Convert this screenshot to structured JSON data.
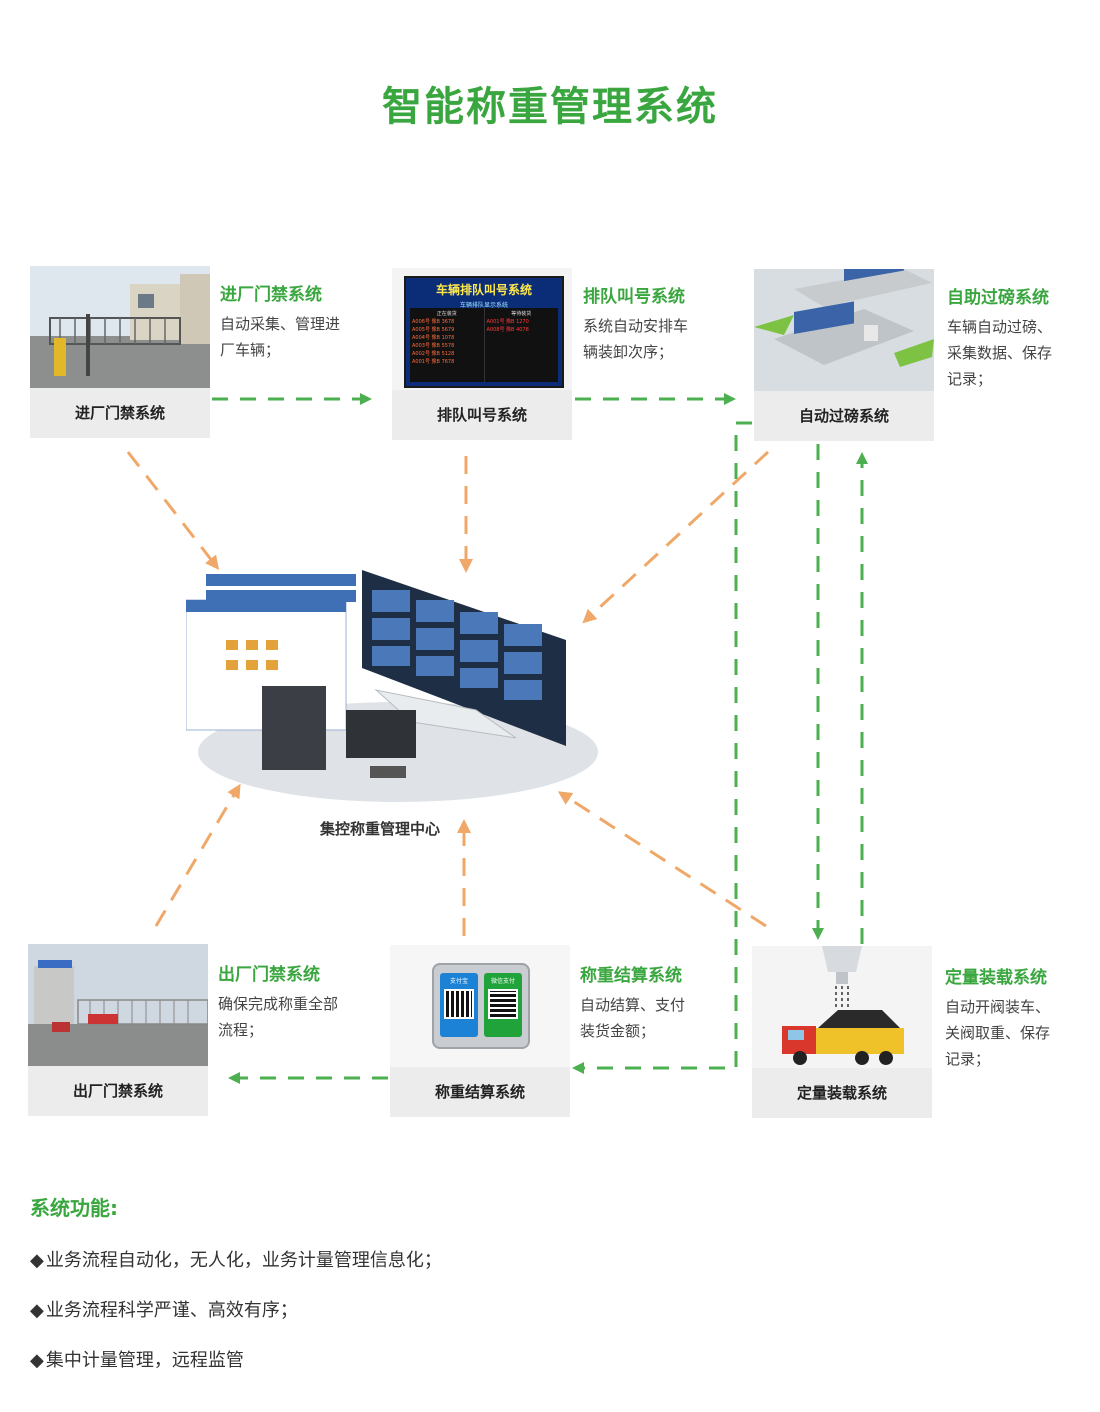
{
  "title": "智能称重管理系统",
  "nodes": {
    "entry": {
      "caption": "进厂门禁系统",
      "heading": "进厂门禁系统",
      "lines": [
        "自动采集、管理进",
        "厂车辆；"
      ]
    },
    "queue": {
      "caption": "排队叫号系统",
      "heading": "排队叫号系统",
      "lines": [
        "系统自动安排车",
        "辆装卸次序；"
      ],
      "screen_title": "车辆排队叫号系统",
      "screen_sub": "车辆排队显示系统",
      "screen_cols": [
        "正在装货",
        "等待装货"
      ],
      "screen_rows": [
        [
          "A006号 豫B 3678",
          "A001号 豫B 1270"
        ],
        [
          "A005号 豫B 5679",
          "A008号 豫B 4078"
        ],
        [
          "A004号 豫B 1078",
          ""
        ],
        [
          "A003号 豫B 5578",
          ""
        ],
        [
          "A002号 豫B 5128",
          ""
        ],
        [
          "A001号 豫B 7678",
          ""
        ]
      ]
    },
    "scale": {
      "caption": "自动过磅系统",
      "heading": "自助过磅系统",
      "lines": [
        "车辆自动过磅、",
        "采集数据、保存",
        "记录；"
      ]
    },
    "exit": {
      "caption": "出厂门禁系统",
      "heading": "出厂门禁系统",
      "lines": [
        "确保完成称重全部",
        "流程；"
      ]
    },
    "settle": {
      "caption": "称重结算系统",
      "heading": "称重结算系统",
      "lines": [
        "自动结算、支付",
        "装货金额；"
      ],
      "pay_left": "支付宝",
      "pay_right": "微信支付"
    },
    "load": {
      "caption": "定量装载系统",
      "heading": "定量装载系统",
      "lines": [
        "自动开阀装车、",
        "关阀取重、保存",
        "记录；"
      ]
    }
  },
  "center": {
    "label": "集控称重管理中心"
  },
  "features": {
    "title": "系统功能:",
    "bullet": "◆",
    "items": [
      "业务流程自动化，无人化，业务计量管理信息化；",
      "业务流程科学严谨、高效有序；",
      "集中计量管理，远程监管"
    ]
  },
  "colors": {
    "accent": "#3aa63f",
    "arrow_green": "#4caf50",
    "arrow_orange": "#f0a868",
    "caption_bg": "#ececec"
  }
}
